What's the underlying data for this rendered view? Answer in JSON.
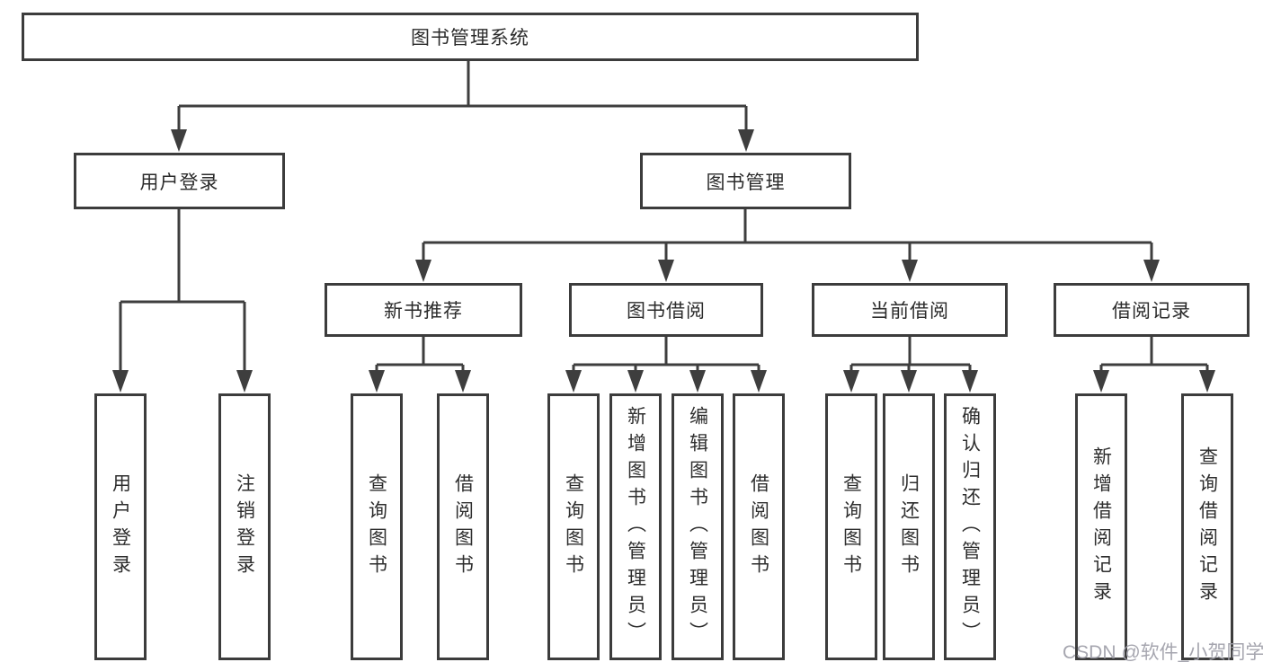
{
  "diagram_title": "图书管理系统",
  "tree": {
    "label": "图书管理系统",
    "children": [
      {
        "label": "用户登录",
        "children": [
          {
            "label": "用户登录"
          },
          {
            "label": "注销登录"
          }
        ]
      },
      {
        "label": "图书管理",
        "children": [
          {
            "label": "新书推荐",
            "children": [
              {
                "label": "查询图书"
              },
              {
                "label": "借阅图书"
              }
            ]
          },
          {
            "label": "图书借阅",
            "children": [
              {
                "label": "查询图书"
              },
              {
                "label": "新增图书（管理员）"
              },
              {
                "label": "编辑图书（管理员）"
              },
              {
                "label": "借阅图书"
              }
            ]
          },
          {
            "label": "当前借阅",
            "children": [
              {
                "label": "查询图书"
              },
              {
                "label": "归还图书"
              },
              {
                "label": "确认归还（管理员）"
              }
            ]
          },
          {
            "label": "借阅记录",
            "children": [
              {
                "label": "新增借阅记录"
              },
              {
                "label": "查询借阅记录"
              }
            ]
          }
        ]
      }
    ]
  },
  "watermark": {
    "text": "CSDN @软件_小贺同学"
  },
  "colors": {
    "line": "#3e3e3e",
    "box_border": "#3c3c3c",
    "box_fill": "#ffffff",
    "text": "#2b2b2b",
    "watermark": "#9e9ea8",
    "background": "#ffffff"
  }
}
